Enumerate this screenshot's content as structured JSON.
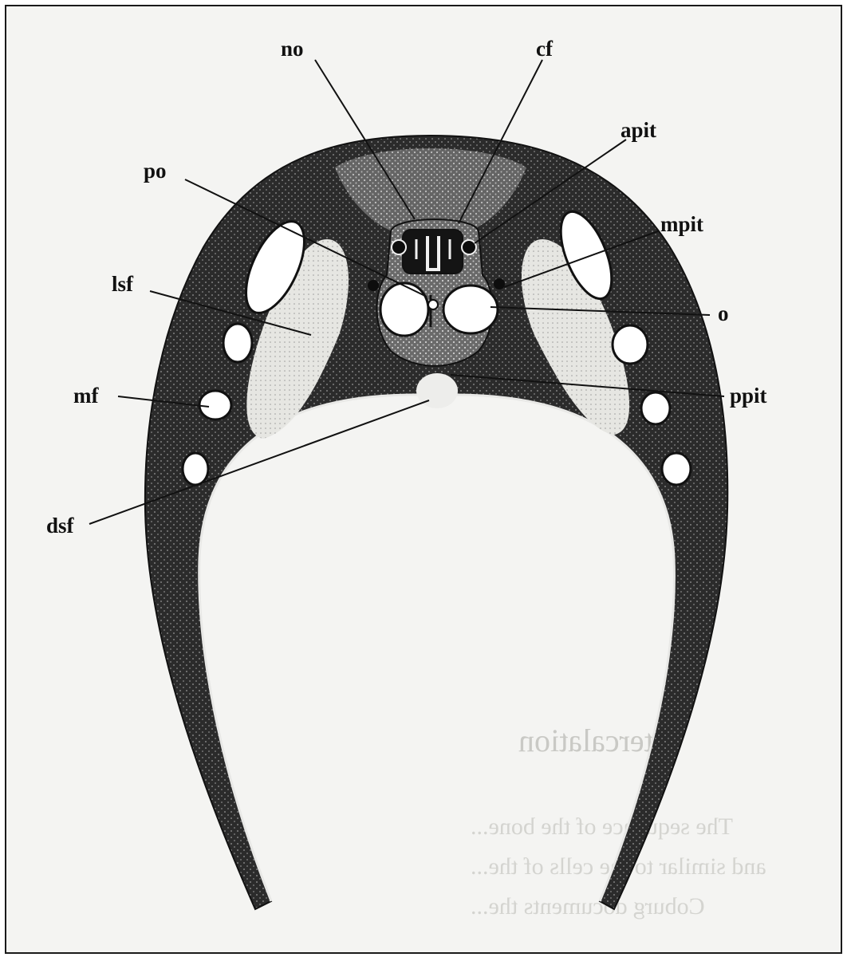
{
  "figure": {
    "labels": {
      "no": "no",
      "cf": "cf",
      "apit": "apit",
      "po": "po",
      "mpit": "mpit",
      "lsf": "lsf",
      "o": "o",
      "mf": "mf",
      "ppit": "ppit",
      "dsf": "dsf"
    }
  },
  "background_page": {
    "heading": "Intercalation",
    "lines": [
      "The sequence of the bone...",
      "and similar to the cells of the...",
      "Coburg documents the..."
    ]
  }
}
